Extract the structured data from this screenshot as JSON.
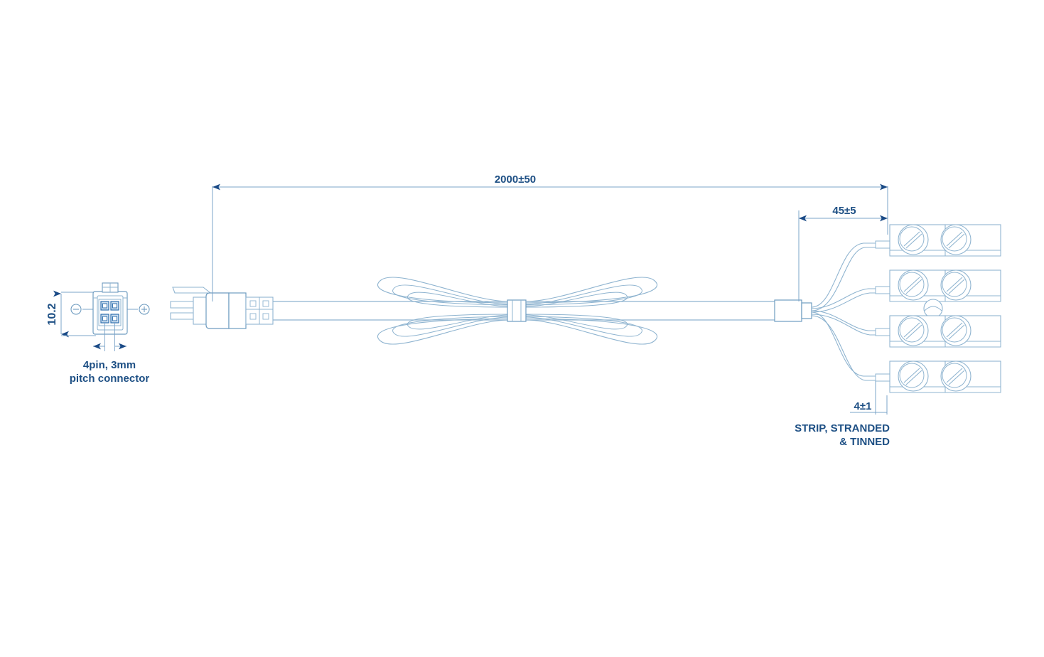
{
  "drawing": {
    "title": "Cable Assembly Drawing",
    "background_color": "#ffffff",
    "line_color": "#8fb4d0",
    "line_color_dark": "#6f9cc0",
    "text_color": "#1d4f84",
    "dim_line_color": "#7ba4c9",
    "arrow_color": "#1a4a86",
    "pin_fill": "#cddff0",
    "pin_stroke": "#2f6fae"
  },
  "dimensions": {
    "overall_length": {
      "label": "2000±50",
      "name": "overall-cable-length"
    },
    "breakout_length": {
      "label": "45±5",
      "name": "wire-breakout-length"
    },
    "strip_length": {
      "label": "4±1",
      "name": "conductor-strip-length"
    },
    "connector_height": {
      "label": "10.2",
      "name": "connector-body-height"
    }
  },
  "annotations": {
    "connector_note_line1": "4pin, 3mm",
    "connector_note_line2": "pitch connector",
    "strip_note_line1": "STRIP, STRANDED",
    "strip_note_line2": "& TINNED",
    "polarity_negative": "−",
    "polarity_positive": "+"
  },
  "connector": {
    "type": "4pin, 3mm pitch connector",
    "pin_count": 4,
    "pin_rows": 2,
    "pin_cols": 2
  },
  "terminal_block": {
    "rows": 4,
    "columns": 2,
    "screw_count": 8,
    "has_mounting_hole": true
  },
  "wires": {
    "count": 4
  }
}
